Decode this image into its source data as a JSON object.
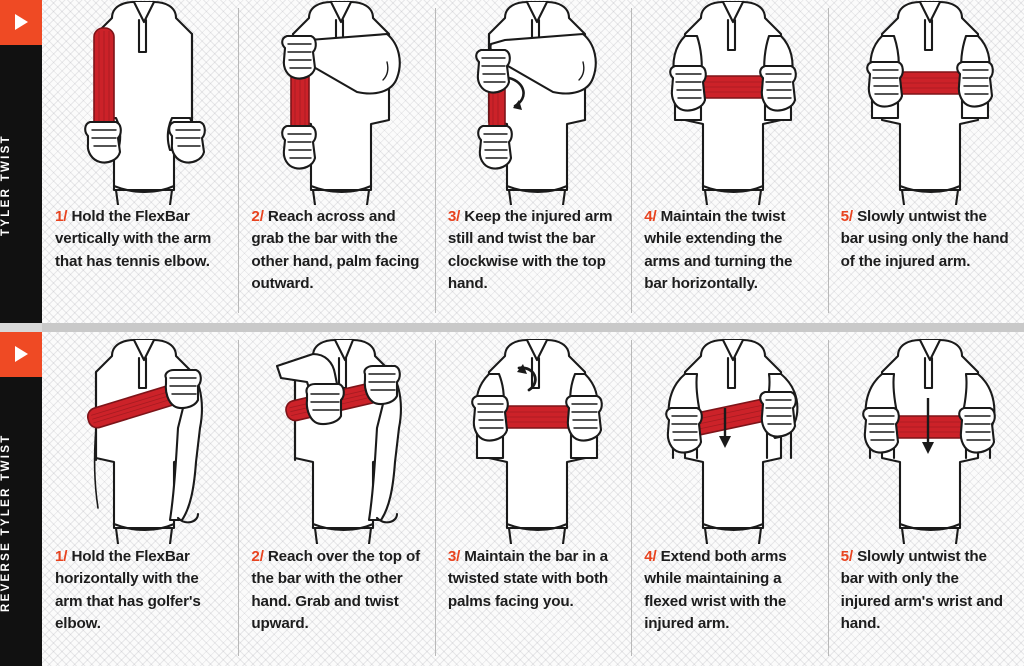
{
  "theme": {
    "accent_orange": "#ef4a24",
    "number_red": "#e8431f",
    "bar_red": "#cc2229",
    "rail_black": "#111111",
    "panel_bg": "#fbfbfb"
  },
  "sections": [
    {
      "rail_label": "TYLER TWIST",
      "play_icon": "play-triangle-icon",
      "steps": [
        {
          "number": "1/",
          "text": "Hold the FlexBar vertically with the arm that has tennis elbow.",
          "illustration": "torso-holding-bar-vertically"
        },
        {
          "number": "2/",
          "text": "Reach across and grab the bar with the other hand, palm facing outward.",
          "illustration": "torso-reaching-across-grabbing-bar"
        },
        {
          "number": "3/",
          "text": "Keep the injured arm still and twist the bar clockwise with the top hand.",
          "illustration": "torso-twisting-bar-clockwise-arrow"
        },
        {
          "number": "4/",
          "text": "Maintain the twist while extending the arms and turning the bar horizontally.",
          "illustration": "torso-bar-horizontal-both-hands"
        },
        {
          "number": "5/",
          "text": "Slowly untwist the bar using only the hand of the injured arm.",
          "illustration": "torso-bar-horizontal-untwisting"
        }
      ]
    },
    {
      "rail_label": "REVERSE TYLER TWIST",
      "play_icon": "play-triangle-icon",
      "steps": [
        {
          "number": "1/",
          "text": "Hold the FlexBar horizontally with the arm that has golfer's elbow.",
          "illustration": "torso-bar-diagonal-across-chest"
        },
        {
          "number": "2/",
          "text": "Reach over the top of the bar with the other hand. Grab and twist upward.",
          "illustration": "torso-reaching-over-bar-twisting-up"
        },
        {
          "number": "3/",
          "text": "Maintain the bar in a twisted state with both palms facing you.",
          "illustration": "torso-bar-twisted-palms-facing-arrow"
        },
        {
          "number": "4/",
          "text": "Extend both arms while maintaining a flexed wrist with the injured arm.",
          "illustration": "torso-bar-angled-down-arrow"
        },
        {
          "number": "5/",
          "text": "Slowly untwist the bar with only the injured arm's wrist and hand.",
          "illustration": "torso-bar-level-down-arrow"
        }
      ]
    }
  ]
}
